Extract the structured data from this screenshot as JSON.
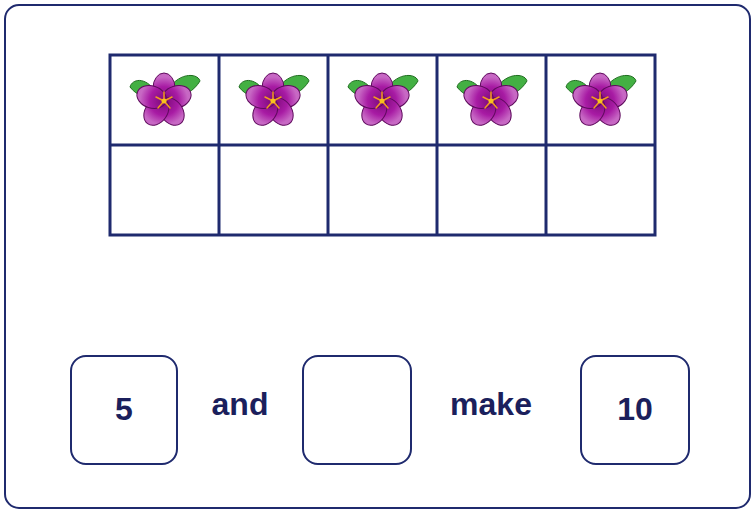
{
  "diagram": {
    "nodes": [
      {
        "text": [
          "5"
        ]
      },
      {
        "text": [
          "10"
        ]
      }
    ],
    "labels": [
      "and",
      "make"
    ]
  }
}
